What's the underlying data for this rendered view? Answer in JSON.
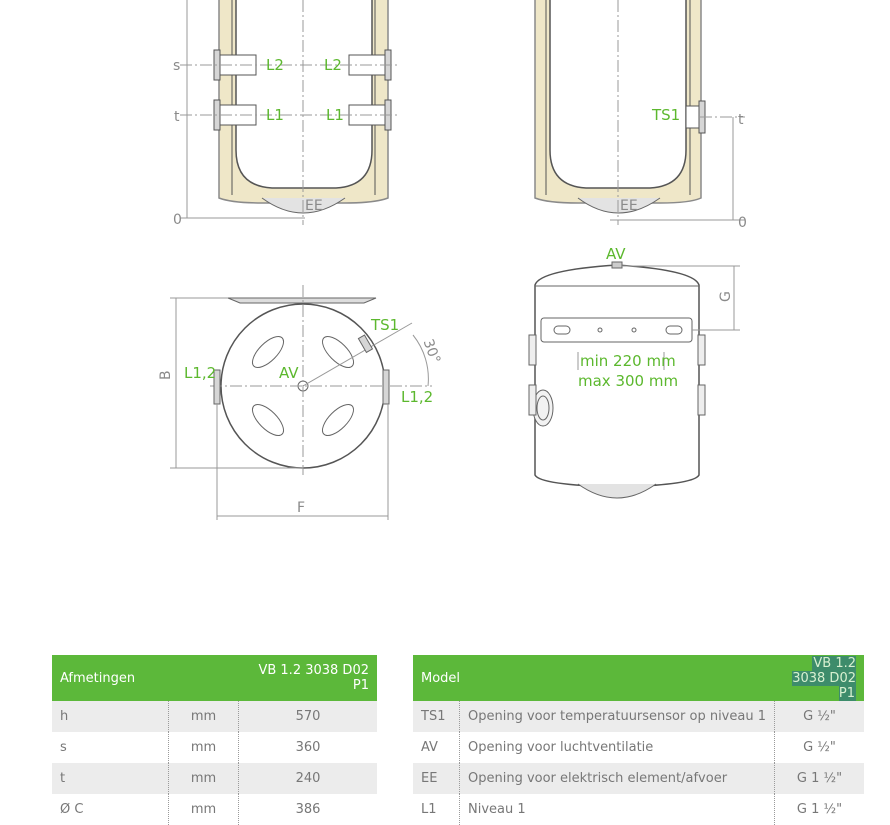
{
  "drawings": {
    "side_left": {
      "labels": {
        "s": "s",
        "t": "t",
        "zero": "0",
        "L2_left": "L2",
        "L2_right": "L2",
        "L1_left": "L1",
        "L1_right": "L1",
        "EE": "EE"
      }
    },
    "side_right": {
      "labels": {
        "TS1": "TS1",
        "t": "t",
        "zero": "0",
        "EE": "EE"
      }
    },
    "top_view": {
      "labels": {
        "TS1": "TS1",
        "angle": "30°",
        "L12_left": "L1,2",
        "AV": "AV",
        "L12_right": "L1,2",
        "B": "B",
        "F": "F"
      }
    },
    "back_view": {
      "labels": {
        "AV": "AV",
        "G": "G",
        "min": "min 220 mm",
        "max": "max 300 mm"
      }
    }
  },
  "dimensions_table": {
    "header": {
      "title": "Afmetingen",
      "model": "VB 1.2 3038 D02 P1"
    },
    "rows": [
      {
        "name": "h",
        "unit": "mm",
        "value": "570"
      },
      {
        "name": "s",
        "unit": "mm",
        "value": "360"
      },
      {
        "name": "t",
        "unit": "mm",
        "value": "240"
      },
      {
        "name": "Ø C",
        "unit": "mm",
        "value": "386"
      }
    ]
  },
  "connections_table": {
    "header": {
      "title": "Model",
      "model": "VB 1.2 3038 D02 P1"
    },
    "rows": [
      {
        "code": "TS1",
        "description": "Opening voor temperatuursensor op niveau 1",
        "size": "G ½\""
      },
      {
        "code": "AV",
        "description": "Opening voor luchtventilatie",
        "size": "G ½\""
      },
      {
        "code": "EE",
        "description": "Opening voor elektrisch element/afvoer",
        "size": "G 1 ½\""
      },
      {
        "code": "L1",
        "description": "Niveau 1",
        "size": "G 1 ½\""
      }
    ]
  },
  "colors": {
    "green": "#5cb83a",
    "label_green": "#5cb82e",
    "insulation": "#efe7c8",
    "line": "#8a8a8a"
  }
}
